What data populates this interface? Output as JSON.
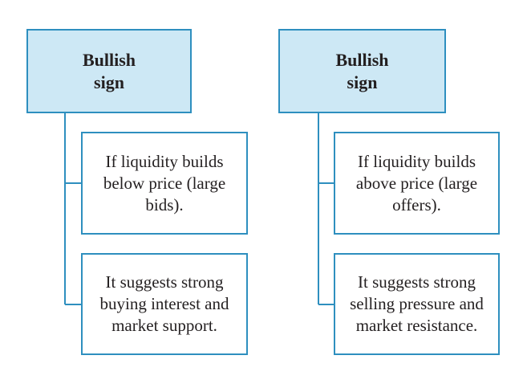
{
  "columns": [
    {
      "header": "Bullish sign",
      "items": [
        "If liquidity builds below price (large bids).",
        "It suggests strong buying interest and market support."
      ]
    },
    {
      "header": "Bullish sign",
      "items": [
        "If liquidity builds above price (large offers).",
        "It suggests strong selling pressure and market resistance."
      ]
    }
  ],
  "colors": {
    "border": "#2e8fbf",
    "header_fill": "#cde8f5",
    "connector": "#2e8fbf",
    "text": "#231f20"
  }
}
